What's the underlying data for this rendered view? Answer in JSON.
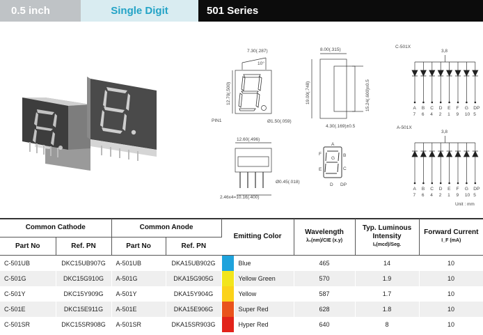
{
  "header": {
    "size": "0.5 inch",
    "digit": "Single Digit",
    "series": "501 Series"
  },
  "photo": {
    "description_icon": "seven-segment-display-photo"
  },
  "drawings": {
    "side_top": "7.30(.287)",
    "angle": "10°",
    "height_label": "12.70(.500)",
    "pin_label": "PIN1",
    "dot_label": "Ø1.50(.059)",
    "depth": "8.00(.315)",
    "total_height": "19.00(.748)",
    "pin_pitch": "15.24(.600)±0.5",
    "body_dim": "4.30(.169)±0.5",
    "bottom_width": "12.60(.496)",
    "pin_dia": "Ø0.45(.018)",
    "pin_spacing": "2.46x4=10.16(.400)",
    "segments": [
      "A",
      "B",
      "C",
      "D",
      "E",
      "F",
      "G",
      "DP"
    ],
    "cathode_title": "C-501X",
    "anode_title": "A-501X",
    "common_pins": "3,8",
    "pin_letters": [
      "A",
      "B",
      "C",
      "D",
      "E",
      "F",
      "G",
      "DP"
    ],
    "pin_numbers": [
      "7",
      "6",
      "4",
      "2",
      "1",
      "9",
      "10",
      "5"
    ],
    "unit": "Unit : mm"
  },
  "table": {
    "group_headers": {
      "cathode": "Common Cathode",
      "anode": "Common Anode"
    },
    "columns": {
      "part_no": "Part No",
      "ref_pn": "Ref. PN",
      "emitting_color": "Emitting Color",
      "wavelength": "Wavelength",
      "wavelength_sub": "λ₀(nm)/CIE (x.y)",
      "luminous": "Typ. Luminous Intensity",
      "luminous_sub": "Iᵥ(mcd)/Seg.",
      "forward": "Forward Current",
      "forward_sub": "I_F (mA)"
    },
    "rows": [
      {
        "c_part": "C-501UB",
        "c_ref": "DKC15UB907G",
        "a_part": "A-501UB",
        "a_ref": "DKA15UB902G",
        "swatch": "#1fa3dc",
        "color": "Blue",
        "wavelength": "465",
        "intensity": "14",
        "current": "10"
      },
      {
        "c_part": "C-501G",
        "c_ref": "DKC15G910G",
        "a_part": "A-501G",
        "a_ref": "DKA15G905G",
        "swatch": "#f2e51c",
        "color": "Yellow Green",
        "wavelength": "570",
        "intensity": "1.9",
        "current": "10"
      },
      {
        "c_part": "C-501Y",
        "c_ref": "DKC15Y909G",
        "a_part": "A-501Y",
        "a_ref": "DKA15Y904G",
        "swatch": "#fbd21a",
        "color": "Yellow",
        "wavelength": "587",
        "intensity": "1.7",
        "current": "10"
      },
      {
        "c_part": "C-501E",
        "c_ref": "DKC15E911G",
        "a_part": "A-501E",
        "a_ref": "DKA15E906G",
        "swatch": "#e9531c",
        "color": "Super Red",
        "wavelength": "628",
        "intensity": "1.8",
        "current": "10"
      },
      {
        "c_part": "C-501SR",
        "c_ref": "DKC15SR908G",
        "a_part": "A-501SR",
        "a_ref": "DKA15SR903G",
        "swatch": "#e2231a",
        "color": "Hyper Red",
        "wavelength": "640",
        "intensity": "8",
        "current": "10"
      }
    ]
  }
}
